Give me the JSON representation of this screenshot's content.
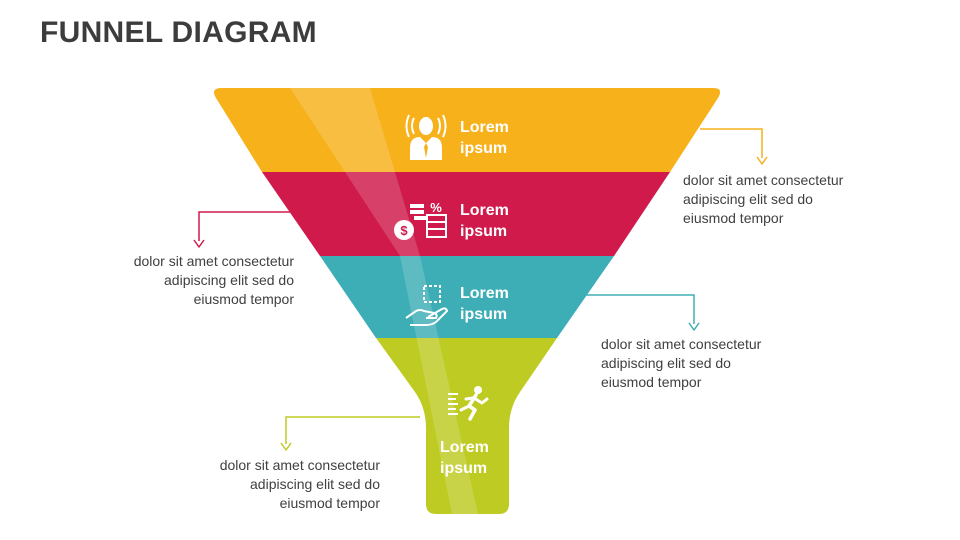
{
  "title": "FUNNEL DIAGRAM",
  "stages": [
    {
      "line1": "Lorem",
      "line2": "ipsum",
      "icon": "businessman-icon",
      "color": "#F6B11B",
      "callout": [
        "dolor sit amet consectetur",
        "adipiscing elit sed do",
        "eiusmod tempor"
      ]
    },
    {
      "line1": "Lorem",
      "line2": "ipsum",
      "icon": "money-percent-icon",
      "color": "#CF1A4B",
      "callout": [
        "dolor sit amet consectetur",
        "adipiscing elit sed do",
        "eiusmod tempor"
      ]
    },
    {
      "line1": "Lorem",
      "line2": "ipsum",
      "icon": "hand-holding-icon",
      "color": "#3EAEB6",
      "callout": [
        "dolor sit amet consectetur",
        "adipiscing elit sed do",
        "eiusmod tempor"
      ]
    },
    {
      "line1": "Lorem",
      "line2": "ipsum",
      "icon": "running-man-icon",
      "color": "#BECB22",
      "callout": [
        "dolor sit amet consectetur",
        "adipiscing elit sed do",
        "eiusmod tempor"
      ]
    }
  ]
}
